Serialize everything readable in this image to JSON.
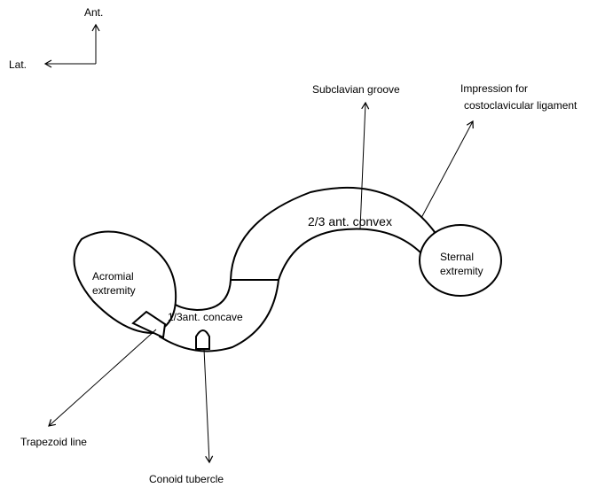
{
  "orientation": {
    "anterior": "Ant.",
    "lateral": "Lat."
  },
  "labels": {
    "subclavian_groove": "Subclavian groove",
    "impression_line1": "Impression for",
    "impression_line2": "costoclavicular ligament",
    "anterior_convex": "2/3 ant. convex",
    "anterior_concave": "1/3ant. concave",
    "acromial_line1": "Acromial",
    "acromial_line2": "extremity",
    "sternal_line1": "Sternal",
    "sternal_line2": "extremity",
    "trapezoid_line": "Trapezoid line",
    "conoid_tubercle": "Conoid tubercle"
  }
}
